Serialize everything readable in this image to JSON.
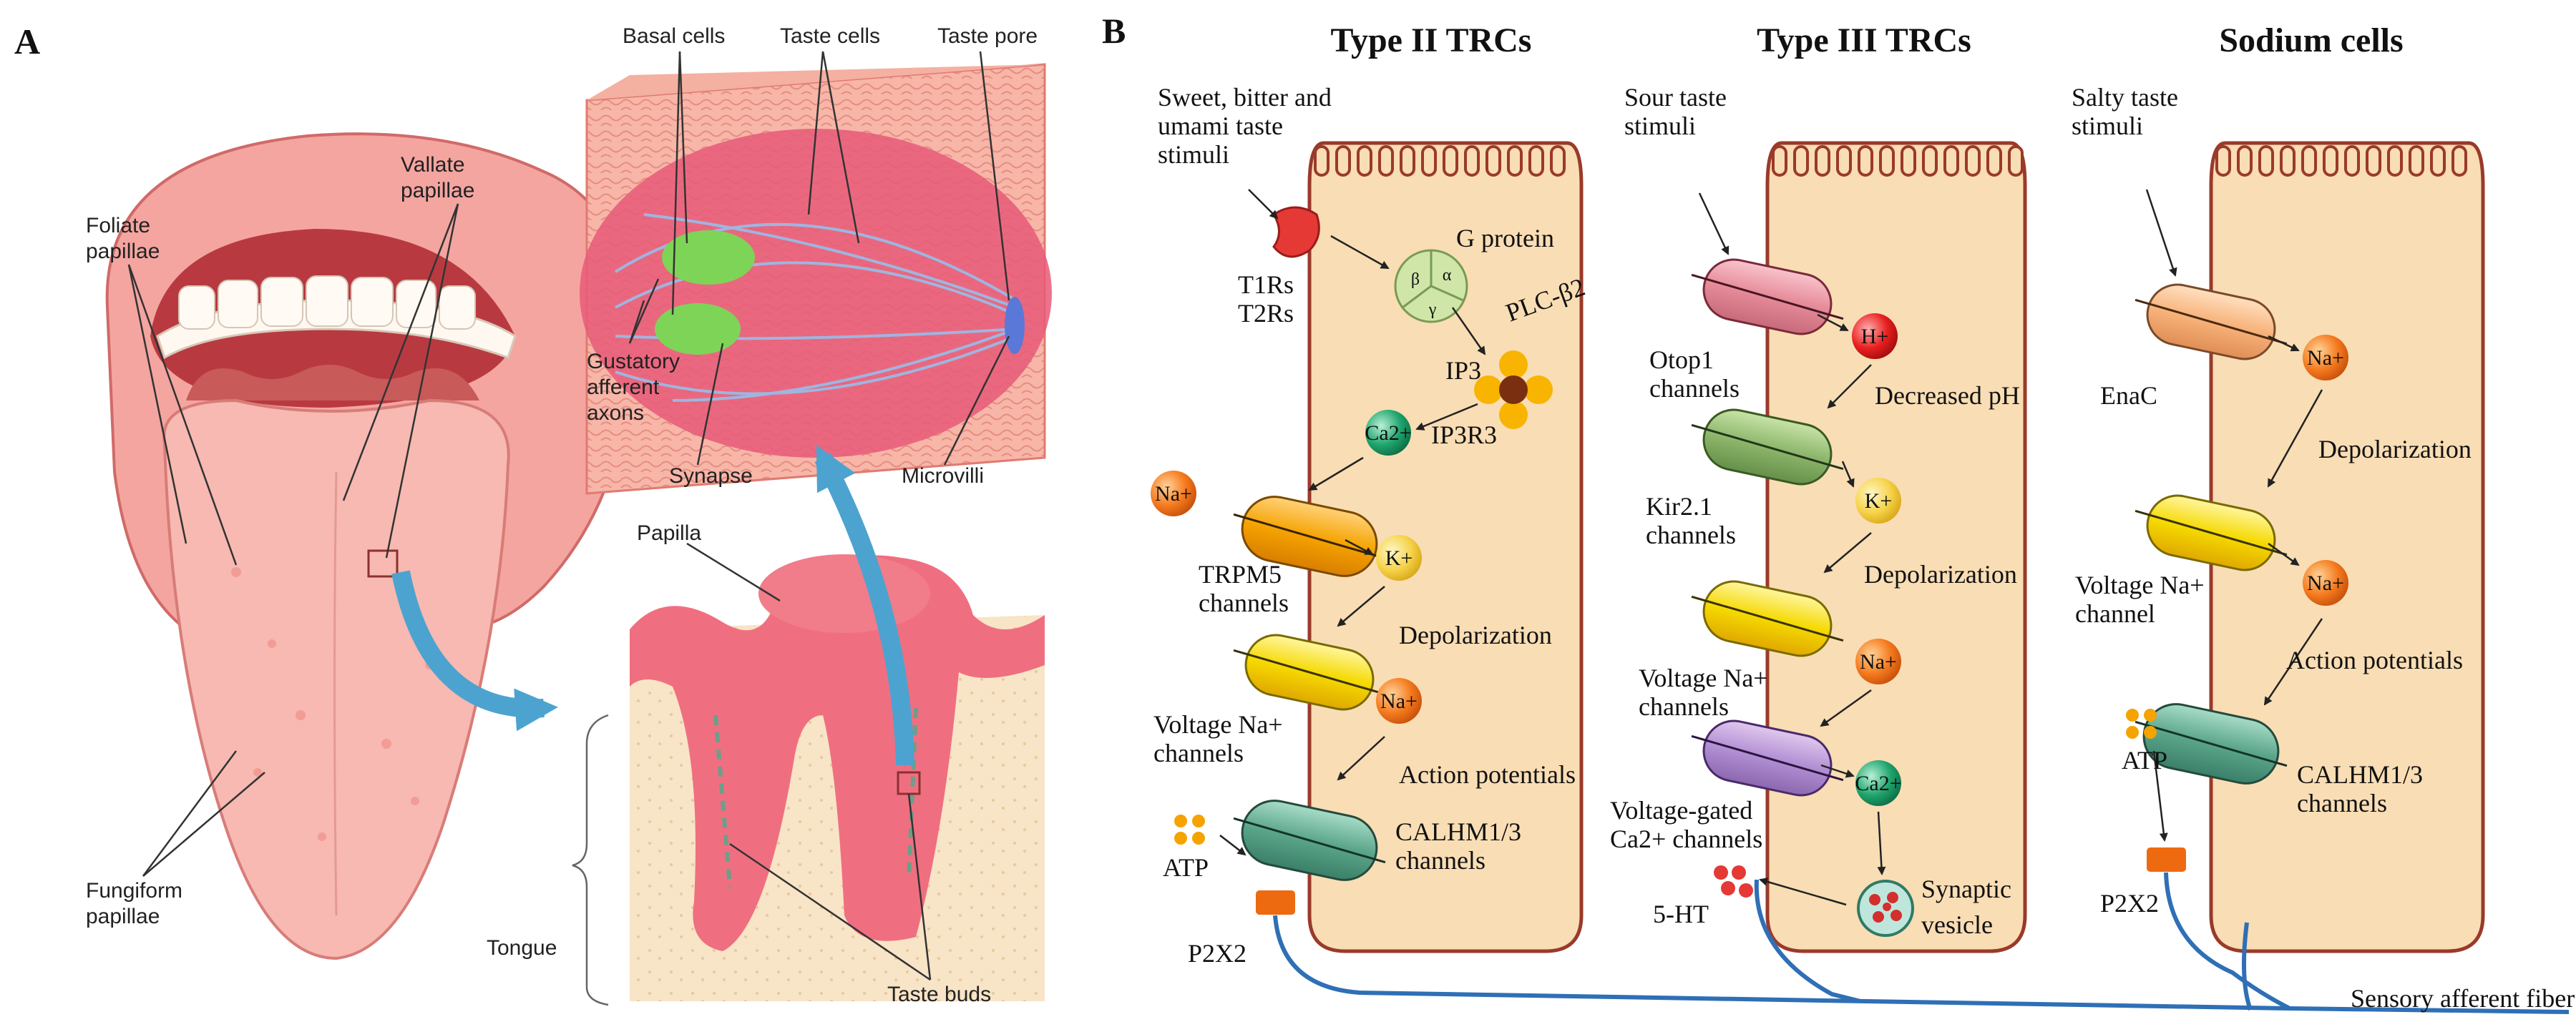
{
  "panels": {
    "a": "A",
    "b": "B"
  },
  "panel_a": {
    "labels": {
      "basal_cells": "Basal cells",
      "taste_cells": "Taste cells",
      "taste_pore": "Taste pore",
      "vallate_papillae_1": "Vallate",
      "vallate_papillae_2": "papillae",
      "foliate_papillae_1": "Foliate",
      "foliate_papillae_2": "papillae",
      "gustatory_1": "Gustatory",
      "gustatory_2": "afferent",
      "gustatory_3": "axons",
      "synapse": "Synapse",
      "microvilli": "Microvilli",
      "papilla": "Papilla",
      "tongue": "Tongue",
      "fungiform_1": "Fungiform",
      "fungiform_2": "papillae",
      "taste_buds": "Taste buds"
    }
  },
  "panel_b": {
    "titles": {
      "type2": "Type II TRCs",
      "type3": "Type III TRCs",
      "sodium": "Sodium cells"
    },
    "type2": {
      "stimuli_1": "Sweet, bitter and",
      "stimuli_2": "umami taste",
      "stimuli_3": "stimuli",
      "receptors_1": "T1Rs",
      "receptors_2": "T2Rs",
      "g_protein": "G protein",
      "plc": "PLC-β2",
      "ip3": "IP3",
      "ip3r3": "IP3R3",
      "ca": "Ca2+",
      "na_out": "Na+",
      "k": "K+",
      "trpm5_1": "TRPM5",
      "trpm5_2": "channels",
      "depolarization": "Depolarization",
      "voltage_1": "Voltage Na+",
      "voltage_2": "channels",
      "na_in": "Na+",
      "action": "Action potentials",
      "atp": "ATP",
      "calhm_1": "CALHM1/3",
      "calhm_2": "channels",
      "p2x2": "P2X2"
    },
    "type3": {
      "stimuli_1": "Sour taste",
      "stimuli_2": "stimuli",
      "otop_1": "Otop1",
      "otop_2": "channels",
      "h": "H+",
      "ph": "Decreased  pH",
      "kir_1": "Kir2.1",
      "kir_2": "channels",
      "k": "K+",
      "depolarization": "Depolarization",
      "voltage_1": "Voltage Na+",
      "voltage_2": "channels",
      "na": "Na+",
      "vgcc_1": "Voltage-gated",
      "vgcc_2": "Ca2+ channels",
      "ca": "Ca2+",
      "ht": "5-HT",
      "vesicle_1": "Synaptic",
      "vesicle_2": "vesicle"
    },
    "sodium": {
      "stimuli_1": "Salty taste",
      "stimuli_2": "stimuli",
      "enac": "EnaC",
      "na1": "Na+",
      "depolarization": "Depolarization",
      "voltage_1": "Voltage Na+",
      "voltage_2": "channel",
      "na2": "Na+",
      "action": "Action potentials",
      "atp": "ATP",
      "calhm_1": "CALHM1/3",
      "calhm_2": "channels",
      "p2x2": "P2X2"
    },
    "fiber": "Sensory afferent fiber",
    "g_alpha": "α",
    "g_beta": "β",
    "g_gamma": "γ"
  }
}
